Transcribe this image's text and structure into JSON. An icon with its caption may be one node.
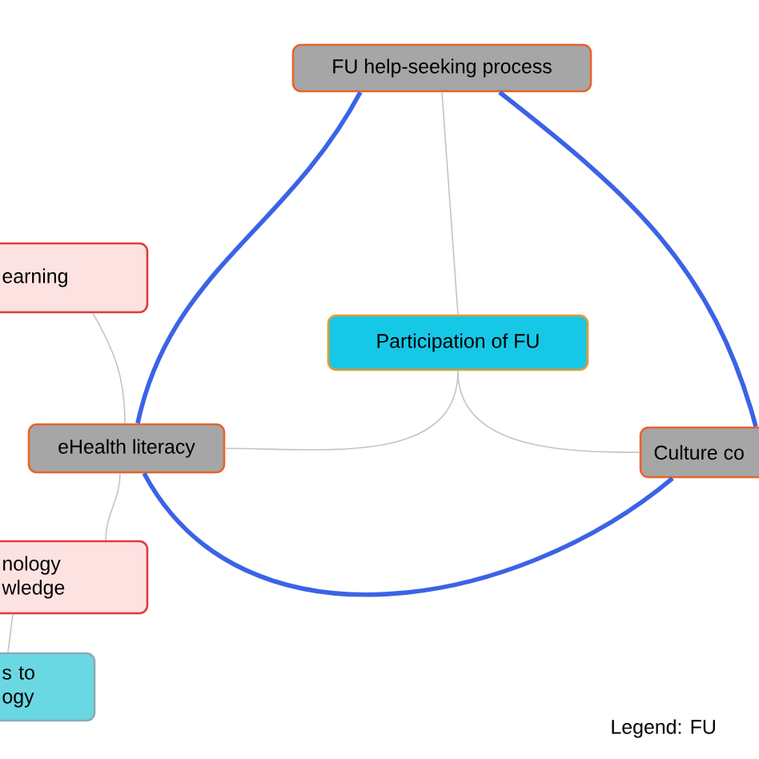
{
  "diagram": {
    "nodes": [
      {
        "text": [
          "Participation of FU"
        ]
      },
      {
        "text": [
          "FU help-seeking process"
        ]
      },
      {
        "text": [
          "eHealth literacy"
        ]
      },
      {
        "text": [
          "Culture co"
        ]
      },
      {
        "text": [
          "earning"
        ]
      },
      {
        "text": [
          "nology wledge"
        ]
      },
      {
        "text": [
          "s to ogy"
        ]
      }
    ],
    "edges": [
      {
        "from": 0,
        "to": 1,
        "arrow": "none"
      },
      {
        "from": 0,
        "to": 2,
        "arrow": "none"
      },
      {
        "from": 0,
        "to": 3,
        "arrow": "none"
      },
      {
        "from": 2,
        "to": 4,
        "arrow": "none"
      },
      {
        "from": 2,
        "to": 5,
        "arrow": "none"
      },
      {
        "from": 5,
        "to": 6,
        "arrow": "none"
      },
      {
        "from": 1,
        "to": 2,
        "arrow": "none",
        "style": "thick",
        "color": "#3b63e6"
      },
      {
        "from": 1,
        "to": 3,
        "arrow": "none",
        "style": "thick",
        "color": "#3b63e6"
      },
      {
        "from": 2,
        "to": 3,
        "arrow": "none",
        "style": "thick",
        "color": "#3b63e6"
      }
    ],
    "labels": [
      "Legend: FU"
    ]
  }
}
